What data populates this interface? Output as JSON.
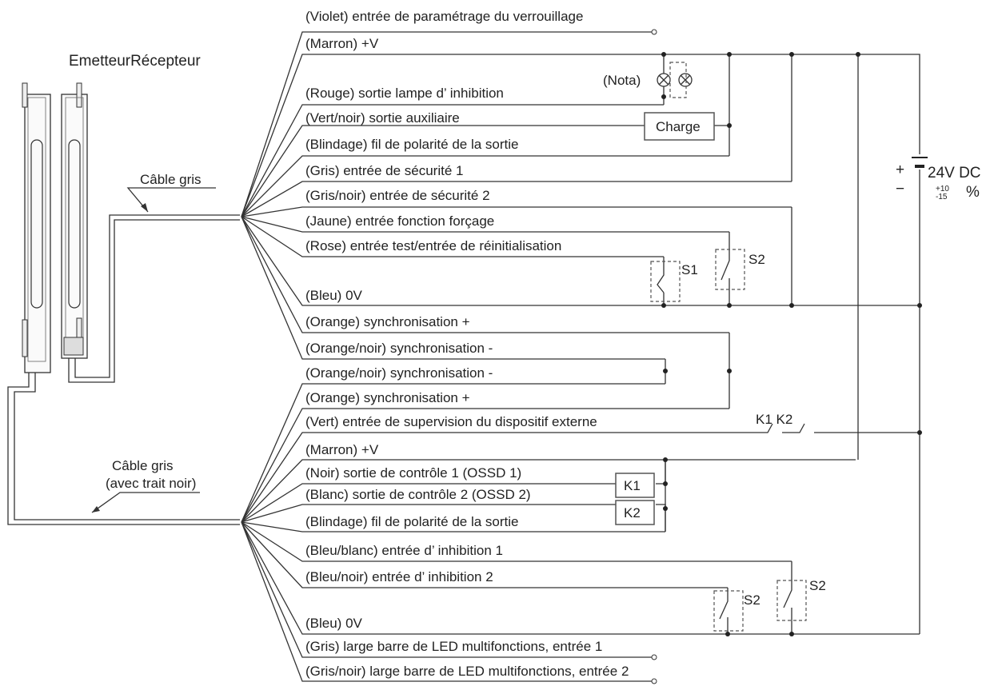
{
  "header": {
    "emitter_receiver": "EmetteurRécepteur"
  },
  "cables": {
    "top": "Câble gris",
    "bottom_line1": "Câble gris",
    "bottom_line2": "(avec trait noir)"
  },
  "top_wires": [
    "(Violet) entrée de paramétrage du verrouillage",
    "(Marron) +V",
    "(Rouge) sortie lampe d’ inhibition",
    "(Vert/noir) sortie auxiliaire",
    "(Blindage) fil de polarité de la sortie",
    "(Gris) entrée de sécurité 1",
    "(Gris/noir) entrée de sécurité 2",
    "(Jaune) entrée fonction forçage",
    "(Rose) entrée test/entrée de réinitialisation",
    "(Bleu) 0V",
    "(Orange) synchronisation +",
    "(Orange/noir) synchronisation -"
  ],
  "bottom_wires": [
    "(Orange/noir) synchronisation -",
    "(Orange) synchronisation +",
    "(Vert) entrée de supervision du dispositif externe",
    "(Marron) +V",
    "(Noir) sortie de contrôle 1 (OSSD 1)",
    "(Blanc) sortie de contrôle 2 (OSSD 2)",
    "(Blindage) fil de polarité de la sortie",
    "(Bleu/blanc) entrée d’ inhibition 1",
    "(Bleu/noir) entrée d’ inhibition 2",
    "(Bleu) 0V",
    "(Gris) large barre de LED multifonctions, entrée 1",
    "(Gris/noir) large barre de LED multifonctions, entrée 2"
  ],
  "components": {
    "nota": "(Nota)",
    "charge": "Charge",
    "s1": "S1",
    "s2_top": "S2",
    "k1_k2": "K1 K2",
    "k1_box": "K1",
    "k2_box": "K2",
    "s2_bottom_left": "S2",
    "s2_bottom_right": "S2"
  },
  "power": {
    "plus": "+",
    "minus": "−",
    "voltage": "24V DC",
    "tol_plus": "+10",
    "tol_minus": "-15",
    "percent": "%"
  }
}
